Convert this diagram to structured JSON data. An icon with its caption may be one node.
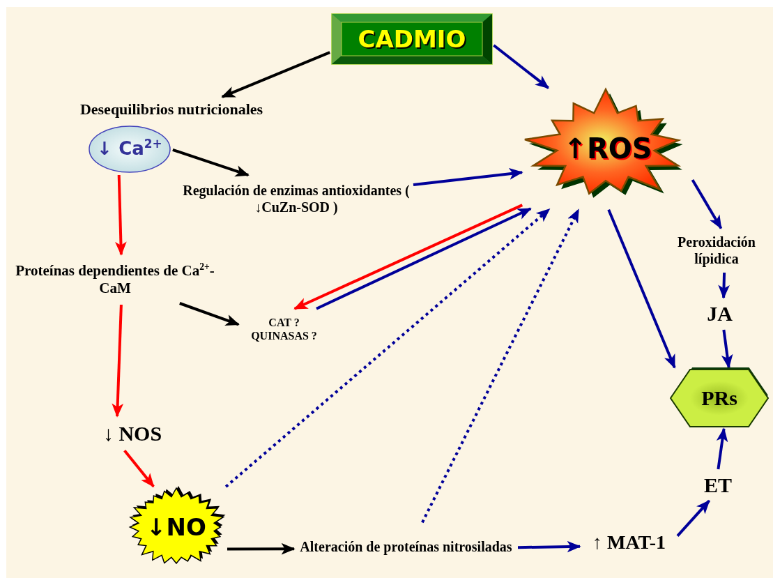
{
  "diagram": {
    "nodes": [
      {
        "text": [
          "CADMIO"
        ]
      },
      {
        "text": [
          "Desequilibrios nutricionales"
        ]
      },
      {
        "text": [
          "↓ Ca$^{2+}$"
        ]
      },
      {
        "text": [
          "↑ROS"
        ]
      },
      {
        "text": [
          "Regulación de enzimas antioxidantes ( ↓CuZn-SOD )"
        ]
      },
      {
        "text": [
          "Proteínas dependientes de Ca$^{2+}$-CaM"
        ]
      },
      {
        "text": [
          "CAT ? QUINASAS ?"
        ]
      },
      {
        "text": [
          "Peroxidación lípidica"
        ]
      },
      {
        "text": [
          "JA"
        ]
      },
      {
        "text": [
          "PRs"
        ]
      },
      {
        "text": [
          "↓ NOS"
        ]
      },
      {
        "text": [
          "↓NO"
        ]
      },
      {
        "text": [
          "Alteración de proteínas nitrosiladas"
        ]
      },
      {
        "text": [
          "↑ MAT-1"
        ]
      },
      {
        "text": [
          "ET"
        ]
      }
    ],
    "edges": [
      {
        "from": 0,
        "to": 1,
        "arrow": "to",
        "color": "#000000"
      },
      {
        "from": 0,
        "to": 3,
        "arrow": "to"
      },
      {
        "from": 2,
        "to": 4,
        "arrow": "to",
        "color": "#000000"
      },
      {
        "from": 4,
        "to": 3,
        "arrow": "to"
      },
      {
        "from": 3,
        "to": 6,
        "arrow": "to",
        "color": "#ff0000"
      },
      {
        "from": 6,
        "to": 3,
        "arrow": "to"
      },
      {
        "from": 5,
        "to": 6,
        "arrow": "to",
        "color": "#000000"
      },
      {
        "from": 3,
        "to": 7,
        "arrow": "to"
      },
      {
        "from": 3,
        "to": 9,
        "arrow": "to"
      },
      {
        "from": 2,
        "to": 5,
        "arrow": "to",
        "color": "#ff0000"
      },
      {
        "from": 5,
        "to": 10,
        "arrow": "to",
        "color": "#ff0000"
      },
      {
        "from": 10,
        "to": 11,
        "arrow": "to",
        "color": "#ff0000"
      },
      {
        "from": 11,
        "to": 3,
        "arrow": "to",
        "style": "dashed"
      },
      {
        "from": 12,
        "to": 3,
        "arrow": "to",
        "style": "dashed"
      },
      {
        "from": 11,
        "to": 12,
        "arrow": "to",
        "color": "#000000"
      },
      {
        "from": 12,
        "to": 13,
        "arrow": "to"
      },
      {
        "from": 13,
        "to": 14,
        "arrow": "to"
      },
      {
        "from": 14,
        "to": 9,
        "arrow": "to"
      },
      {
        "from": 7,
        "to": 8,
        "arrow": "to"
      },
      {
        "from": 8,
        "to": 9,
        "arrow": "to"
      }
    ]
  }
}
